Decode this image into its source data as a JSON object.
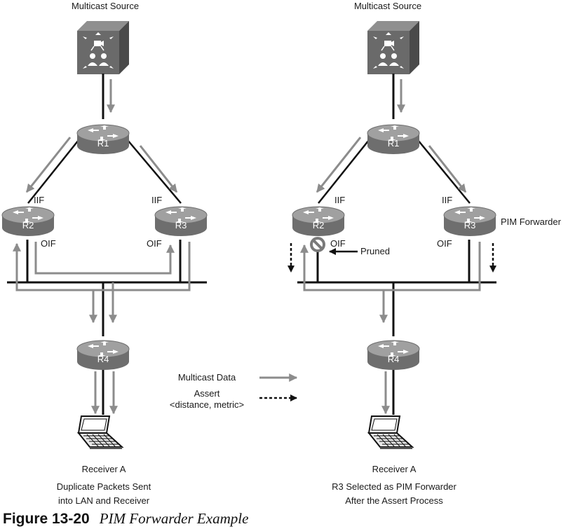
{
  "left": {
    "source_label": "Multicast Source",
    "routers": {
      "r1": "R1",
      "r2": "R2",
      "r3": "R3",
      "r4": "R4"
    },
    "r2_iif": "IIF",
    "r2_oif": "OIF",
    "r3_iif": "IIF",
    "r3_oif": "OIF",
    "receiver": "Receiver A",
    "desc_line1": "Duplicate Packets Sent",
    "desc_line2": "into LAN and Receiver"
  },
  "right": {
    "source_label": "Multicast Source",
    "routers": {
      "r1": "R1",
      "r2": "R2",
      "r3": "R3",
      "r4": "R4"
    },
    "r2_iif": "IIF",
    "r2_oif": "OIF",
    "r3_iif": "IIF",
    "r3_oif": "OIF",
    "pim_forwarder": "PIM Forwarder",
    "pruned": "Pruned",
    "receiver": "Receiver A",
    "desc_line1": "R3 Selected as PIM Forwarder",
    "desc_line2": "After the Assert Process"
  },
  "legend": {
    "data_label": "Multicast Data",
    "assert_label": "Assert",
    "assert_sublabel": "<distance, metric>"
  },
  "caption": {
    "number": "Figure 13-20",
    "title": "PIM Forwarder Example"
  },
  "colors": {
    "router_body": "#6e6e6e",
    "router_top": "#9a9a9a",
    "data_arrow": "#8c8c8c",
    "link": "#111111"
  }
}
